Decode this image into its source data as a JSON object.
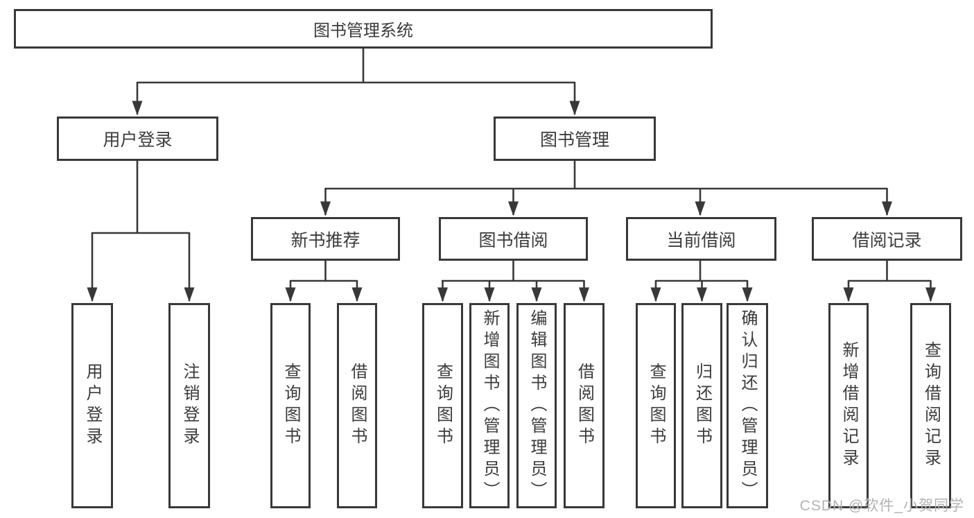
{
  "tree": {
    "root": "图书管理系统",
    "branches": [
      {
        "label": "用户登录",
        "children": [
          "用户登录",
          "注销登录"
        ]
      },
      {
        "label": "图书管理",
        "groups": [
          {
            "label": "新书推荐",
            "children": [
              "查询图书",
              "借阅图书"
            ]
          },
          {
            "label": "图书借阅",
            "children": [
              "查询图书",
              "新增图书（管理员）",
              "编辑图书（管理员）",
              "借阅图书"
            ]
          },
          {
            "label": "当前借阅",
            "children": [
              "查询图书",
              "归还图书",
              "确认归还（管理员）"
            ]
          },
          {
            "label": "借阅记录",
            "children": [
              "新增借阅记录",
              "查询借阅记录"
            ]
          }
        ]
      }
    ]
  },
  "watermark": "CSDN @软件_小贺同学",
  "colors": {
    "line": "#383838",
    "box_border": "#383838",
    "text": "#3b3b3b",
    "watermark": "#b2b2b2",
    "background": "#ffffff"
  }
}
